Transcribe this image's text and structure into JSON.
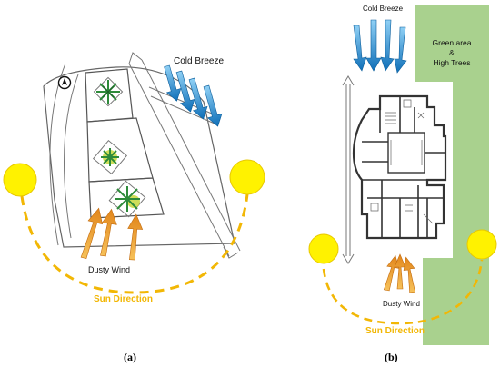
{
  "panel_a": {
    "caption": "(a)",
    "labels": {
      "cold_breeze": "Cold Breeze",
      "dusty_wind": "Dusty Wind",
      "sun_direction": "Sun Direction"
    }
  },
  "panel_b": {
    "caption": "(b)",
    "labels": {
      "cold_breeze": "Cold Breeze",
      "green_area_line1": "Green area",
      "green_area_line2": "&",
      "green_area_line3": "High Trees",
      "dusty_wind": "Dusty Wind",
      "sun_direction": "Sun Direction"
    }
  },
  "colors": {
    "sun": "#FFF200",
    "sun_stroke": "#E8C800",
    "sun_path": "#F2B705",
    "sun_label": "#F2B705",
    "breeze": "#1E88D0",
    "dust": "#F29A1E",
    "green_area": "#A9D18E",
    "sketch_line": "#555555",
    "building": "#333333"
  },
  "icons": {
    "north_marker": "north-arrow-icon",
    "sun": "sun-icon",
    "breeze": "breeze-arrow-icon",
    "dust": "dust-arrow-icon",
    "vegetation": "tree-icon"
  }
}
